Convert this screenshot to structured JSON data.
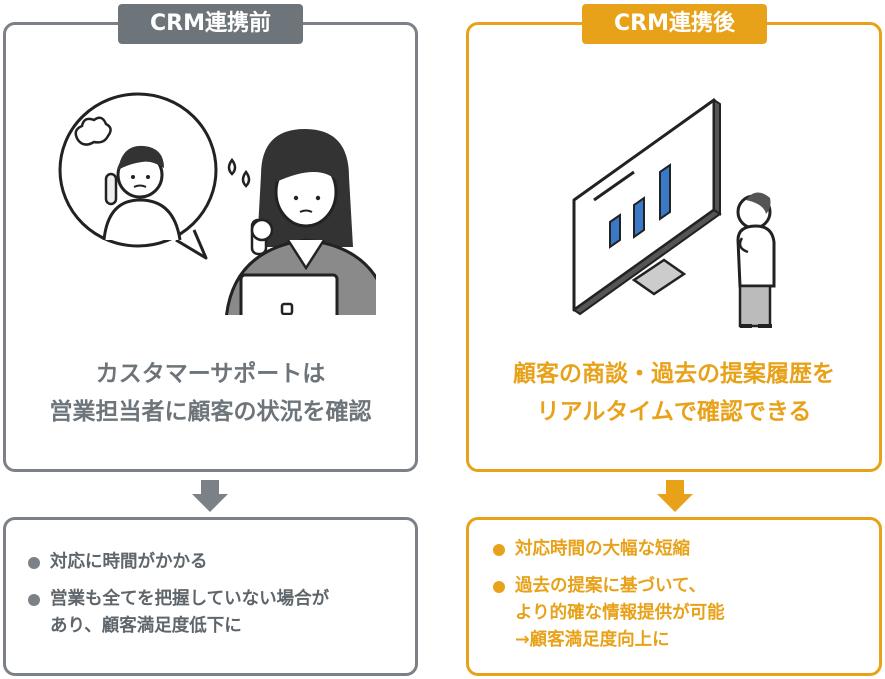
{
  "before": {
    "tag": "CRM連携前",
    "caption_lines": [
      "カスタマーサポートは",
      "営業担当者に顧客の状況を確認"
    ],
    "points": [
      {
        "lines": [
          "対応に時間がかかる"
        ]
      },
      {
        "lines": [
          "営業も全てを把握していない場合が",
          "あり、顧客満足度低下に"
        ]
      }
    ],
    "illustration": "worried-support-agent-on-phone-with-laptop",
    "colors": {
      "accent": "#7b8186",
      "text": "#6e757a"
    }
  },
  "after": {
    "tag": "CRM連携後",
    "caption_lines": [
      "顧客の商談・過去の提案履歴を",
      "リアルタイムで確認できる"
    ],
    "points": [
      {
        "lines": [
          "対応時間の大幅な短縮"
        ]
      },
      {
        "lines": [
          "過去の提案に基づいて、",
          "より的確な情報提供が可能",
          "→顧客満足度向上に"
        ]
      }
    ],
    "illustration": "person-viewing-bar-chart-on-monitor",
    "colors": {
      "accent": "#e8a21a",
      "chart_bars": "#3a78c8"
    }
  },
  "arrow_icon": "down-arrow-icon"
}
